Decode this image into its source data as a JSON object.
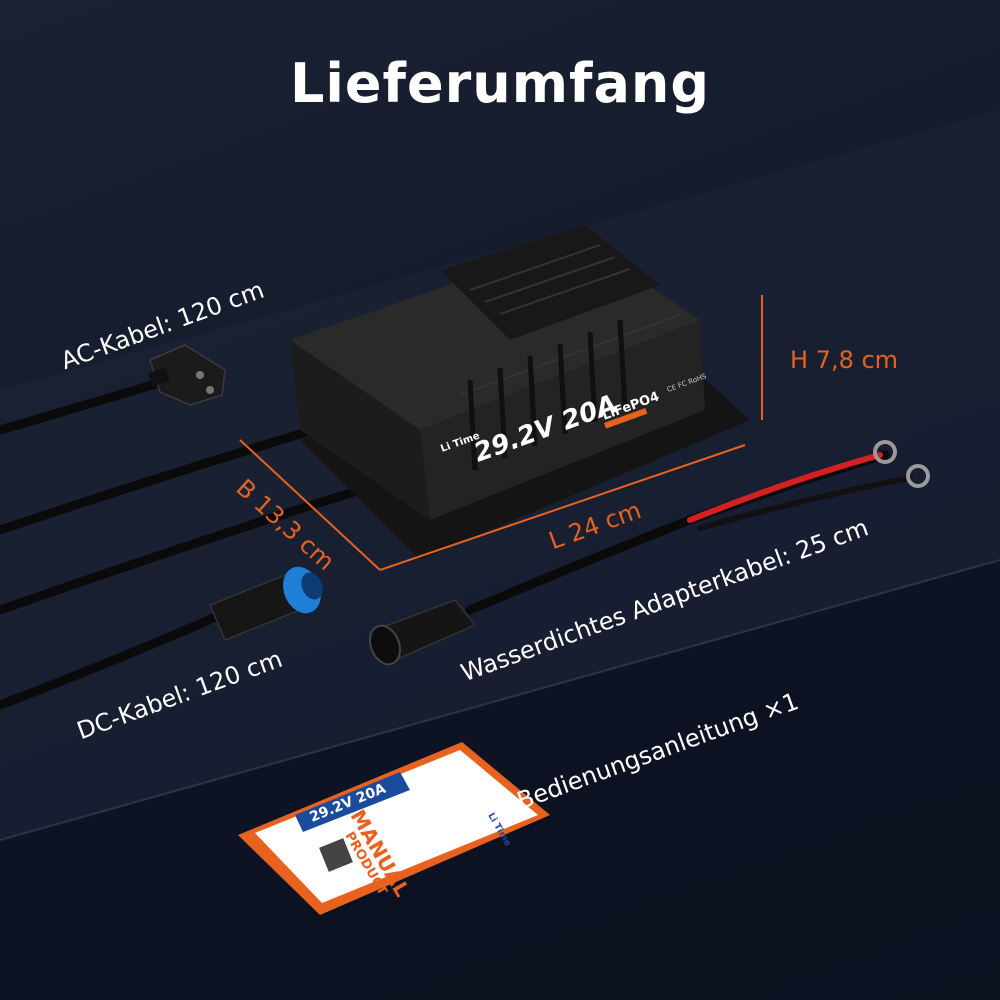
{
  "title": "Lieferumfang",
  "labels": {
    "ac_cable": "AC-Kabel: 120 cm",
    "dc_cable": "DC-Kabel: 120 cm",
    "adapter_cable": "Wasserdichtes Adapterkabel: 25 cm",
    "manual": "Bedienungsanleitung ×1"
  },
  "dimensions": {
    "height": "H 7,8 cm",
    "width": "B 13,3 cm",
    "length": "L 24 cm"
  },
  "charger": {
    "brand": "Li Time",
    "rating": "29.2V 20A",
    "chemistry": "LiFePO4",
    "certs": "CE FC RoHS"
  },
  "manual_card": {
    "rating": "29.2V 20A",
    "line1": "PRODUCT",
    "line2": "MANUAL",
    "brand": "Li Time"
  },
  "colors": {
    "accent": "#e8621f",
    "connector_blue": "#1f7fd6",
    "cable_red": "#d42020"
  }
}
